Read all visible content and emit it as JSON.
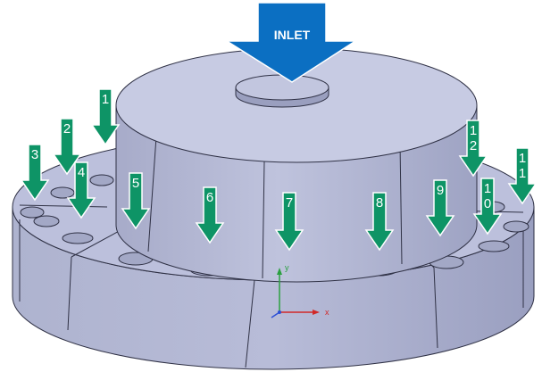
{
  "colors": {
    "body_fill": "#aab0cc",
    "body_light": "#c4c8e0",
    "body_dark": "#8b90b0",
    "edge": "#2f3145",
    "arrow_green": "#0e9466",
    "arrow_stroke": "#ffffff",
    "inlet_blue": "#0b6fc2",
    "axis_x": "#d22828",
    "axis_y": "#2aa040",
    "axis_z": "#2d4fd6"
  },
  "inlet": {
    "label": "INLET"
  },
  "ports": [
    {
      "label": "1"
    },
    {
      "label": "2"
    },
    {
      "label": "3"
    },
    {
      "label": "4"
    },
    {
      "label": "5"
    },
    {
      "label": "6"
    },
    {
      "label": "7"
    },
    {
      "label": "8"
    },
    {
      "label": "9"
    },
    {
      "label": "10"
    },
    {
      "label": "11"
    },
    {
      "label": "12"
    }
  ],
  "axes": {
    "x_label": "x",
    "y_label": "y"
  }
}
